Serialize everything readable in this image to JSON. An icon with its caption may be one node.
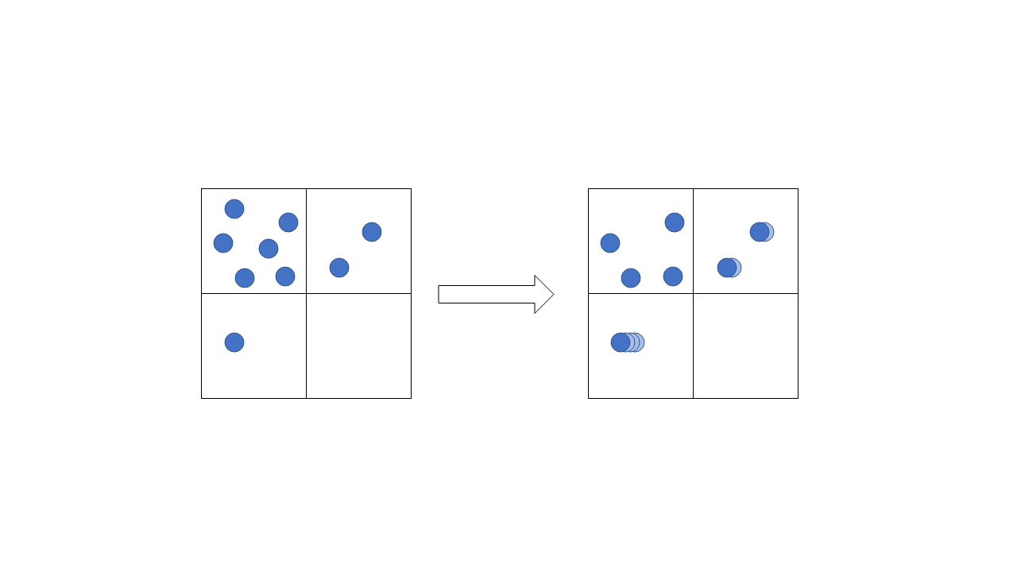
{
  "diagram": {
    "nodes": [
      {
        "text": [],
        "shape": "box"
      },
      {
        "text": [],
        "shape": "box",
        "in": 0
      },
      {
        "text": [],
        "shape": "box",
        "in": 0
      },
      {
        "text": [],
        "shape": "box",
        "in": 0
      },
      {
        "text": [],
        "shape": "box",
        "in": 0
      },
      {
        "text": [],
        "shape": "box"
      },
      {
        "text": [],
        "shape": "box",
        "in": 5
      },
      {
        "text": [],
        "shape": "box",
        "in": 5
      },
      {
        "text": [],
        "shape": "box",
        "in": 5
      },
      {
        "text": [],
        "shape": "box",
        "in": 5
      }
    ],
    "edges": [
      {
        "from": 0,
        "to": 5,
        "arrow": "to"
      }
    ]
  }
}
